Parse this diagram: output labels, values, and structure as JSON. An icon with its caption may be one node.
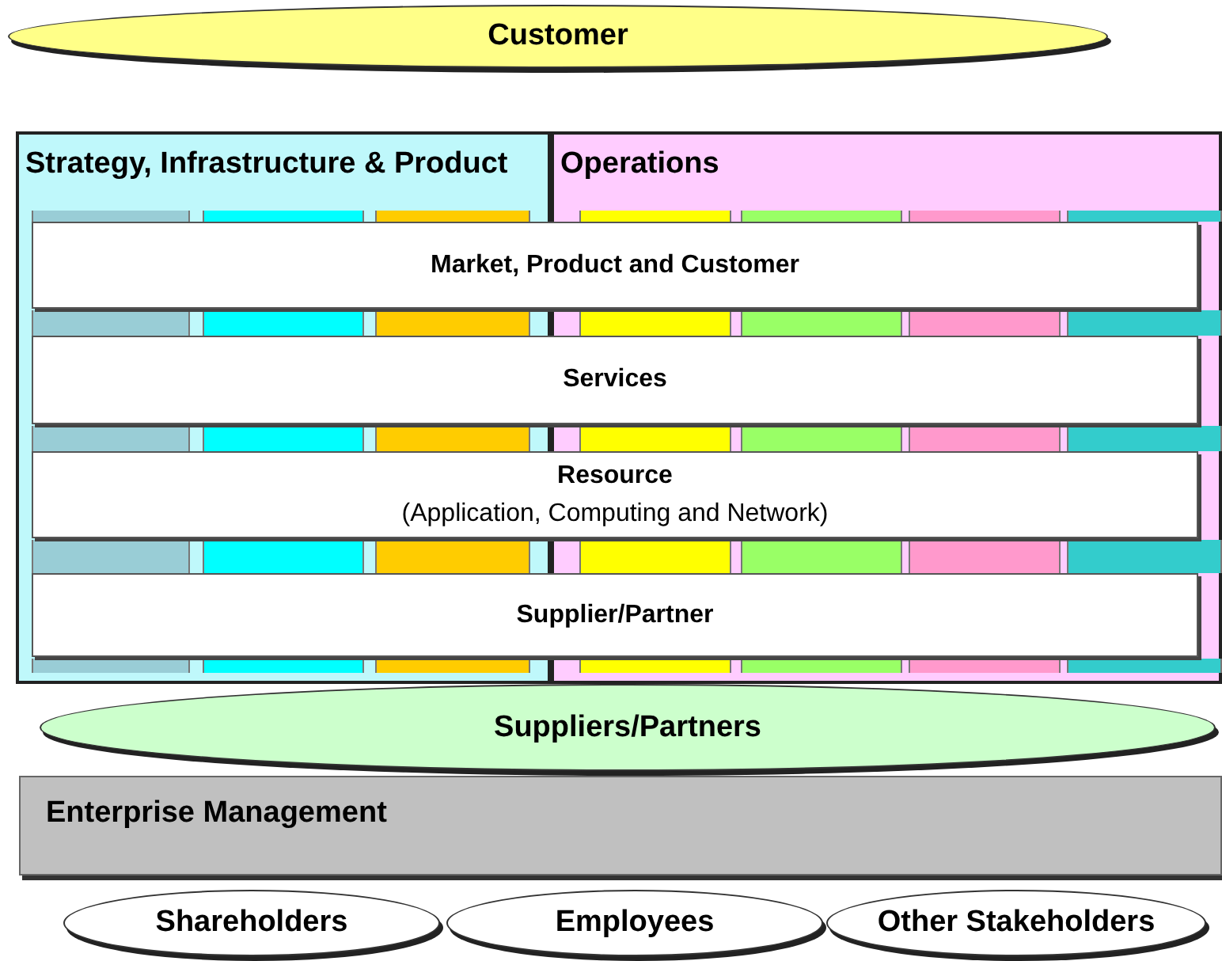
{
  "diagram": {
    "nodes": [
      {
        "text": [
          "Customer"
        ]
      },
      {
        "text": [
          "Strategy, Infrastructure & Product"
        ]
      },
      {
        "text": [],
        "shape": "bar",
        "in": 1
      },
      {
        "text": [],
        "shape": "bar",
        "in": 1
      },
      {
        "text": [],
        "shape": "bar",
        "in": 1
      },
      {
        "text": [],
        "shape": "bar",
        "in": 1
      },
      {
        "text": [],
        "shape": "bar",
        "in": 1
      },
      {
        "text": [],
        "shape": "bar",
        "in": 1
      },
      {
        "text": [],
        "shape": "bar",
        "in": 1
      },
      {
        "text": [],
        "shape": "bar",
        "in": 1
      },
      {
        "text": [],
        "shape": "bar",
        "in": 1
      },
      {
        "text": [],
        "shape": "bar",
        "in": 1
      },
      {
        "text": [],
        "shape": "bar",
        "in": 1
      },
      {
        "text": [],
        "shape": "bar",
        "in": 1
      },
      {
        "text": [],
        "shape": "bar",
        "in": 1
      },
      {
        "text": [],
        "shape": "bar",
        "in": 1
      },
      {
        "text": [],
        "shape": "bar",
        "in": 1
      },
      {
        "text": [
          "Operations"
        ]
      },
      {
        "text": [],
        "shape": "bar",
        "in": 17
      },
      {
        "text": [],
        "shape": "bar",
        "in": 17
      },
      {
        "text": [],
        "shape": "bar",
        "in": 17
      },
      {
        "text": [],
        "shape": "bar",
        "in": 17
      },
      {
        "text": [],
        "shape": "bar",
        "in": 17
      },
      {
        "text": [],
        "shape": "bar",
        "in": 17
      },
      {
        "text": [],
        "shape": "bar",
        "in": 17
      },
      {
        "text": [],
        "shape": "bar",
        "in": 17
      },
      {
        "text": [],
        "shape": "bar",
        "in": 17
      },
      {
        "text": [],
        "shape": "bar",
        "in": 17
      },
      {
        "text": [],
        "shape": "bar",
        "in": 17
      },
      {
        "text": [],
        "shape": "bar",
        "in": 17
      },
      {
        "text": [],
        "shape": "bar",
        "in": 17
      },
      {
        "text": [],
        "shape": "bar",
        "in": 17
      },
      {
        "text": [],
        "shape": "bar",
        "in": 17
      },
      {
        "text": [],
        "shape": "bar",
        "in": 17
      },
      {
        "text": [],
        "shape": "bar",
        "in": 17
      },
      {
        "text": [],
        "shape": "bar",
        "in": 17
      },
      {
        "text": [],
        "shape": "bar",
        "in": 17
      },
      {
        "text": [],
        "shape": "bar",
        "in": 17
      },
      {
        "text": [
          "Market, Product and Customer"
        ]
      },
      {
        "text": [
          "Services"
        ]
      },
      {
        "text": [
          "Resource",
          "(Application, Computing and Network)"
        ]
      },
      {
        "text": [
          "Supplier/Partner"
        ]
      },
      {
        "text": [
          "Suppliers/Partners"
        ]
      },
      {
        "text": [
          "Enterprise Management"
        ]
      },
      {
        "text": [
          "Shareholders"
        ]
      },
      {
        "text": [
          "Employees"
        ]
      },
      {
        "text": [
          "Other Stakeholders"
        ]
      }
    ]
  }
}
